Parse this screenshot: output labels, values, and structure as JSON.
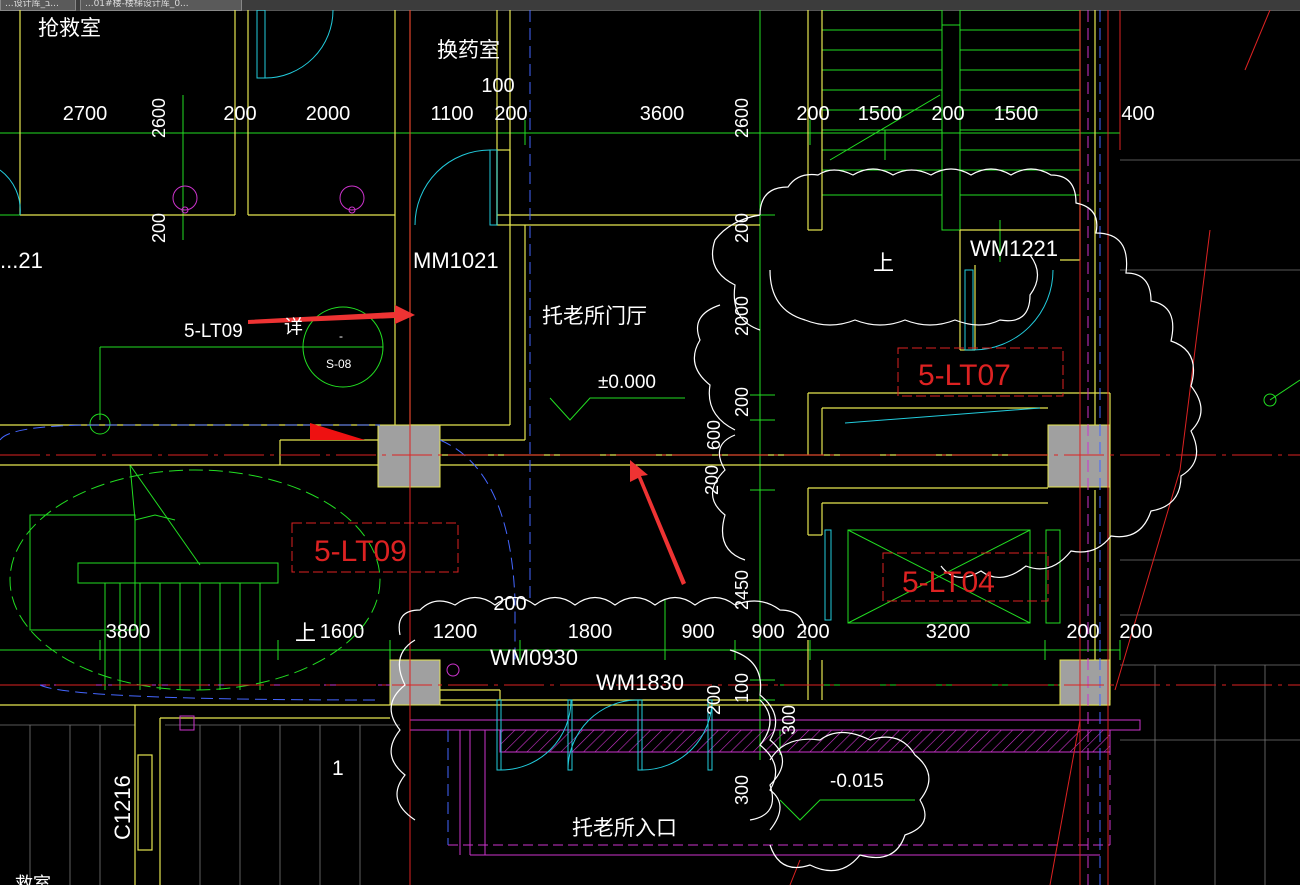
{
  "tabs": [
    {
      "label": "...设计库_ב..."
    },
    {
      "label": "...01#楼-楼梯设计库_0..."
    }
  ],
  "rooms": [
    {
      "text": "抢救室"
    },
    {
      "text": "换药室"
    },
    {
      "text": "托老所门厅"
    },
    {
      "text": "托老所入口"
    },
    {
      "text": "上"
    },
    {
      "text": "上"
    },
    {
      "text": "1"
    },
    {
      "text": "...救室"
    }
  ],
  "dims_top": [
    "2700",
    "200",
    "2000",
    "1100",
    "100",
    "200",
    "3600",
    "200",
    "1500",
    "200",
    "1500",
    "400"
  ],
  "dims_vertical": [
    "2600",
    "2600",
    "200",
    "200",
    "2000",
    "200",
    "600",
    "200",
    "2450",
    "100",
    "200",
    "300",
    "300"
  ],
  "dims_bottom": [
    "3800",
    "1600",
    "1200",
    "200",
    "1800",
    "900",
    "900",
    "200",
    "3200",
    "200",
    "200"
  ],
  "doors": [
    "MM1021",
    "WM1221",
    "WM0930",
    "WM1830",
    "C1216",
    "...21"
  ],
  "elevations": [
    "±0.000",
    "-0.015"
  ],
  "details": [
    "5-LT09",
    "5-LT07",
    "5-LT04",
    "5-LT09",
    "S-08",
    "-",
    "详"
  ]
}
